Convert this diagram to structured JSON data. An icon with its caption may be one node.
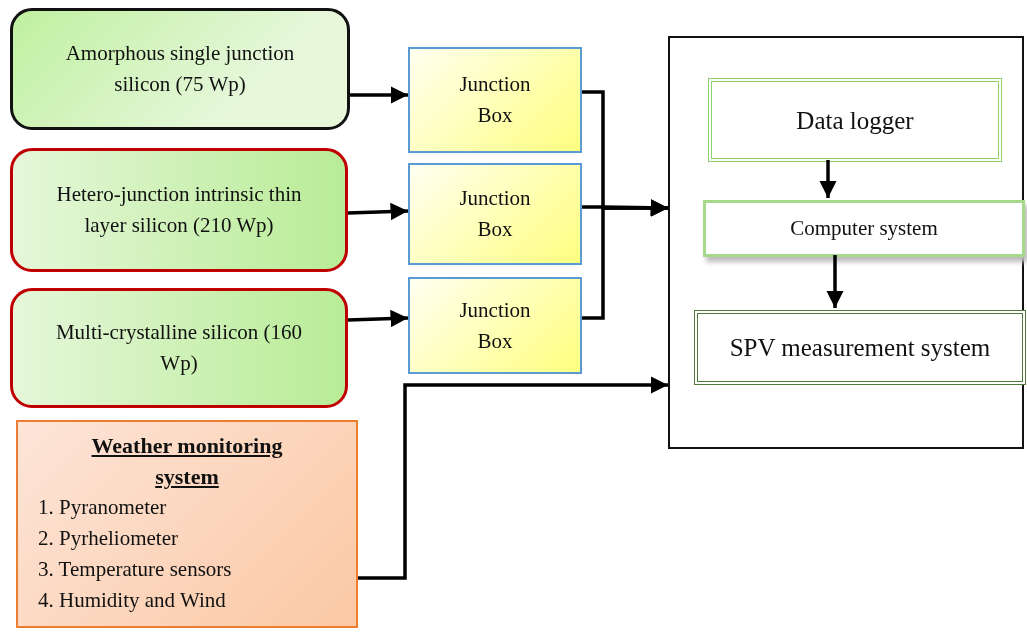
{
  "diagram": {
    "nodes": [
      {
        "text": [
          "Amorphous single junction silicon (75 Wp)"
        ]
      },
      {
        "text": [
          "Hetero-junction intrinsic thin layer silicon (210 Wp)"
        ]
      },
      {
        "text": [
          "Multi-crystalline silicon (160 Wp)"
        ]
      },
      {
        "text": [
          "Junction Box"
        ]
      },
      {
        "text": [
          "Junction Box"
        ]
      },
      {
        "text": [
          "Junction Box"
        ]
      },
      {
        "text": [
          "Weather monitoring system",
          "1. Pyranometer",
          "2. Pyrheliometer",
          "3. Temperature sensors",
          "4. Humidity and Wind"
        ]
      },
      {
        "text": [],
        "shape": "box"
      },
      {
        "text": [
          "Data logger"
        ],
        "in": 7
      },
      {
        "text": [
          "Computer system"
        ],
        "in": 7
      },
      {
        "text": [
          "SPV measurement system"
        ],
        "in": 7
      }
    ],
    "edges": [
      {
        "from": 0,
        "to": 3,
        "arrow": "to"
      },
      {
        "from": 1,
        "to": 4,
        "arrow": "to"
      },
      {
        "from": 2,
        "to": 5,
        "arrow": "to"
      },
      {
        "from": 3,
        "to": 7,
        "arrow": "to"
      },
      {
        "from": 4,
        "to": 7,
        "arrow": "to"
      },
      {
        "from": 5,
        "to": 7,
        "arrow": "to"
      },
      {
        "from": 6,
        "to": 7,
        "arrow": "to"
      },
      {
        "from": 8,
        "to": 9,
        "arrow": "to"
      },
      {
        "from": 9,
        "to": 10,
        "arrow": "to"
      }
    ]
  }
}
